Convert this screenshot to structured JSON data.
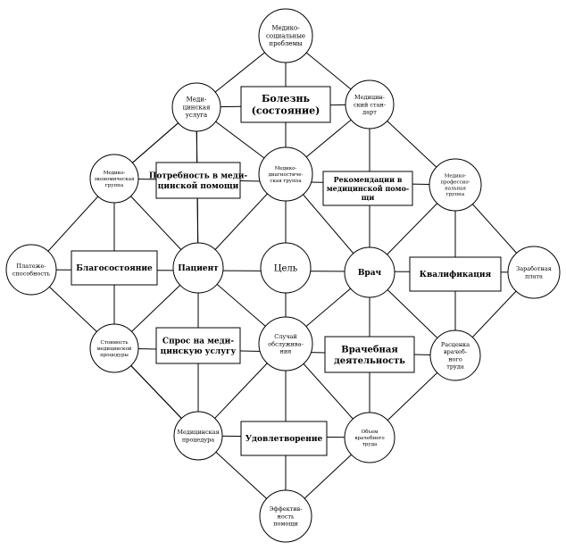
{
  "nodes": {
    "medsoc_problems": [
      "Медико-",
      "социальные",
      "проблемы"
    ],
    "med_services": [
      "Меди-",
      "цинская",
      "услуга"
    ],
    "bolezn": [
      "Болезнь",
      "(состояние)"
    ],
    "med_standard": [
      "Медицин-",
      "ский стан-",
      "дарт"
    ],
    "medstat_group": [
      "Медико-",
      "экономическая",
      "группа"
    ],
    "need": [
      "Потребность в меди-",
      "цинской помощи"
    ],
    "meddiag_group": [
      "Медико-",
      "диагностиче-",
      "ская группа"
    ],
    "recommend": [
      "Рекомендации в",
      "медицинской помо-",
      "щи"
    ],
    "medprof_group": [
      "Медико-",
      "профессио-",
      "нальная",
      "группа"
    ],
    "solvency": [
      "Платеже-",
      "способность"
    ],
    "wellbeing": [
      "Благосостояние"
    ],
    "patient": [
      "Пациент"
    ],
    "goal": [
      "Цель"
    ],
    "doctor": [
      "Врач"
    ],
    "qualification": [
      "Квалификация"
    ],
    "salary": [
      "Заработная",
      "плата"
    ],
    "cost": [
      "Стоимость",
      "медицинской",
      "процедуры"
    ],
    "demand": [
      "Спрос на меди-",
      "цинскую услугу"
    ],
    "service_case": [
      "Случай",
      "обслужива-",
      "ния"
    ],
    "doctor_activity": [
      "Врачебная",
      "деятельность"
    ],
    "labor_cost": [
      "Расценка",
      "врачеб-",
      "ного",
      "труда"
    ],
    "med_procedure": [
      "Медицинская",
      "процедура"
    ],
    "satisfaction": [
      "Удовлетворение"
    ],
    "labor_volume": [
      "Объем",
      "врачебного",
      "труда"
    ],
    "effectiveness": [
      "Эффектив-",
      "ность",
      "помощи"
    ]
  }
}
